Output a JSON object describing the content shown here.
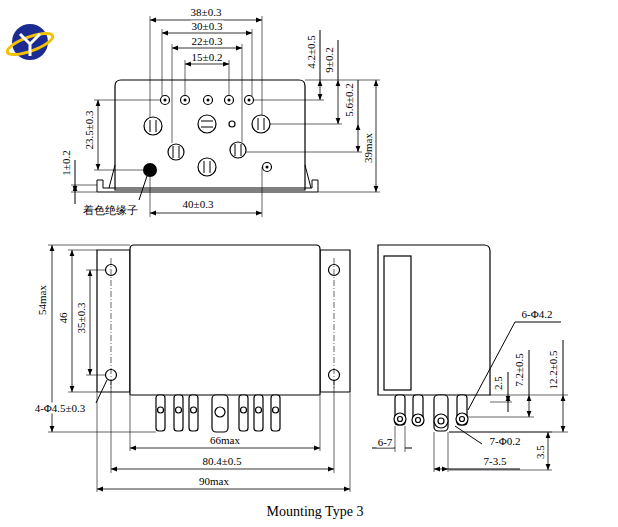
{
  "diagram": {
    "caption": "Mounting Type 3",
    "labels": [
      "38±0.3",
      "30±0.3",
      "22±0.3",
      "15±0.2",
      "4.2±0.5",
      "9±0.2",
      "23.5±0.3",
      "1±0.2",
      "5.6±0.2",
      "39max",
      "着色绝缘子",
      "40±0.3",
      "54max",
      "46",
      "35±0.3",
      "4-Φ4.5±0.3",
      "66max",
      "80.4±0.5",
      "90max",
      "6-Φ4.2",
      "7.2±0.5",
      "12.2±0.5",
      "2.5",
      "6-7",
      "7-Φ0.2",
      "7-3.5",
      "3.5"
    ]
  }
}
